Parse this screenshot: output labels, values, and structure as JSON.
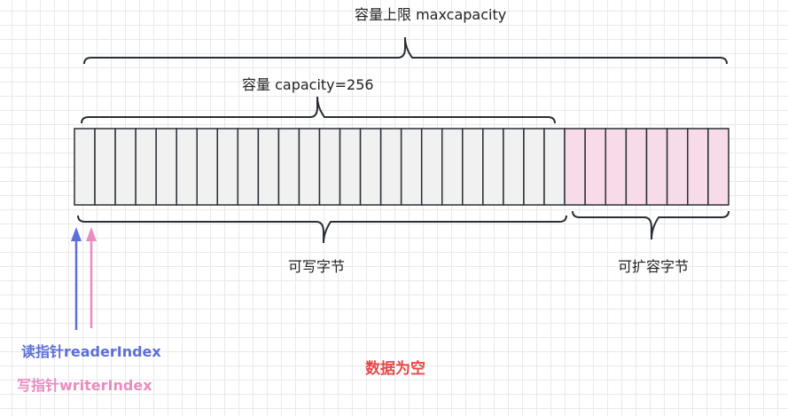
{
  "labels": {
    "max_capacity": "容量上限 maxcapacity",
    "capacity": "容量 capacity=256",
    "writable": "可写字节",
    "expandable": "可扩容字节",
    "reader_index": "读指针readerIndex",
    "writer_index": "写指针writerIndex",
    "status": "数据为空"
  },
  "buffer": {
    "capacity_cells": 24,
    "expandable_cells": 8
  },
  "colors": {
    "capacity_fill": "#f1f1f1",
    "expandable_fill": "#f8dbe9",
    "stroke": "#2a2f36",
    "reader": "#5b6fd8",
    "writer": "#e98cc2",
    "status": "#e44a48"
  }
}
